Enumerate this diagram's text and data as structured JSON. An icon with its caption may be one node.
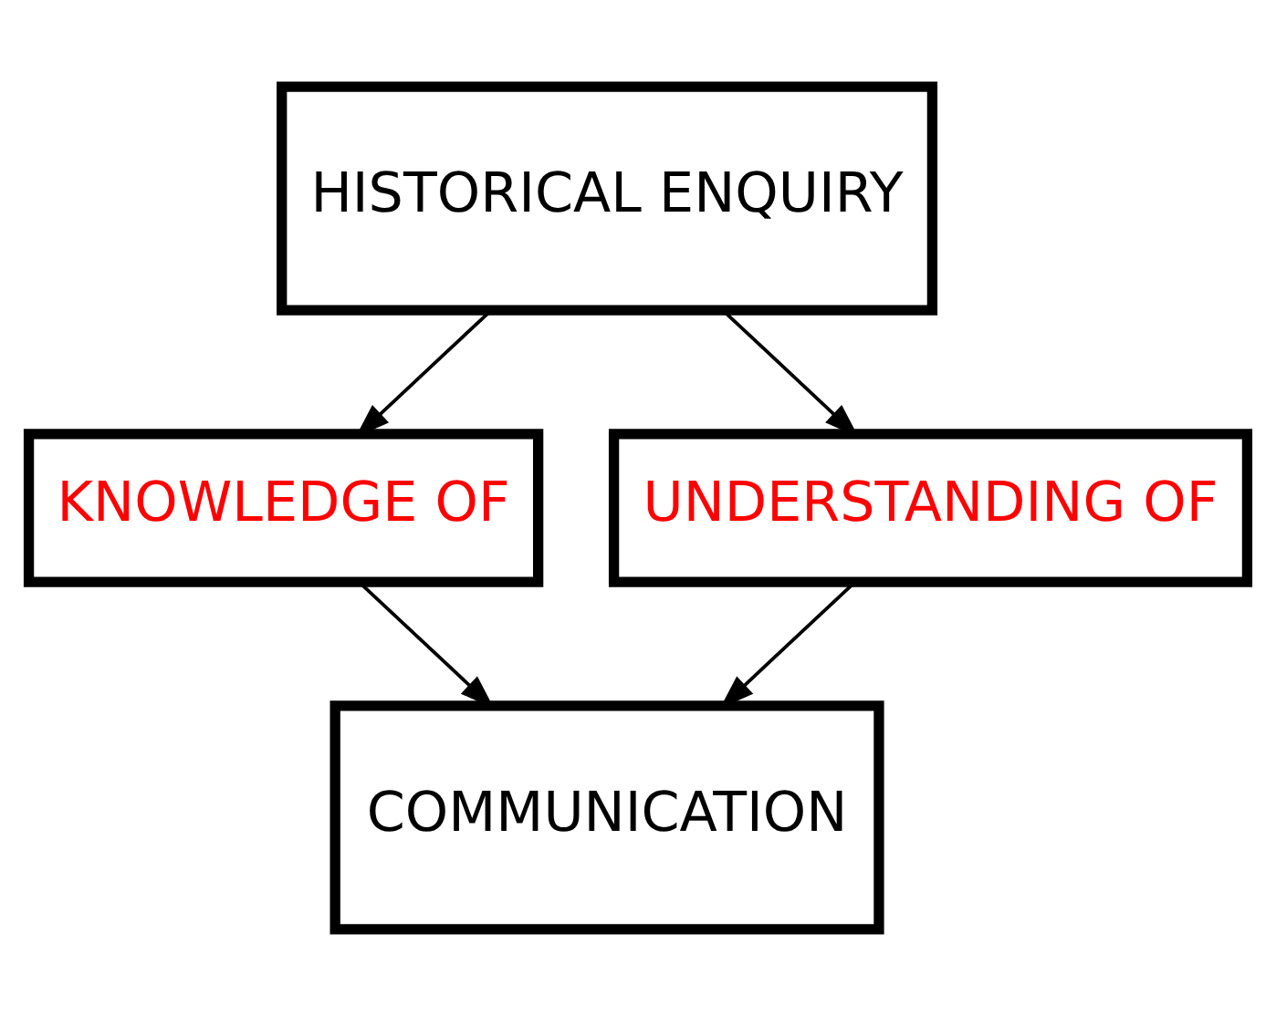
{
  "diagram": {
    "nodes": [
      {
        "text": [
          "HISTORICAL ENQUIRY"
        ]
      },
      {
        "text": [
          "KNOWLEDGE OF"
        ]
      },
      {
        "text": [
          "UNDERSTANDING OF"
        ]
      },
      {
        "text": [
          "COMMUNICATION"
        ]
      }
    ],
    "edges": [
      {
        "from": 0,
        "to": 1,
        "arrow": "to"
      },
      {
        "from": 0,
        "to": 2,
        "arrow": "to"
      },
      {
        "from": 1,
        "to": 3,
        "arrow": "to"
      },
      {
        "from": 2,
        "to": 3,
        "arrow": "to"
      }
    ]
  }
}
